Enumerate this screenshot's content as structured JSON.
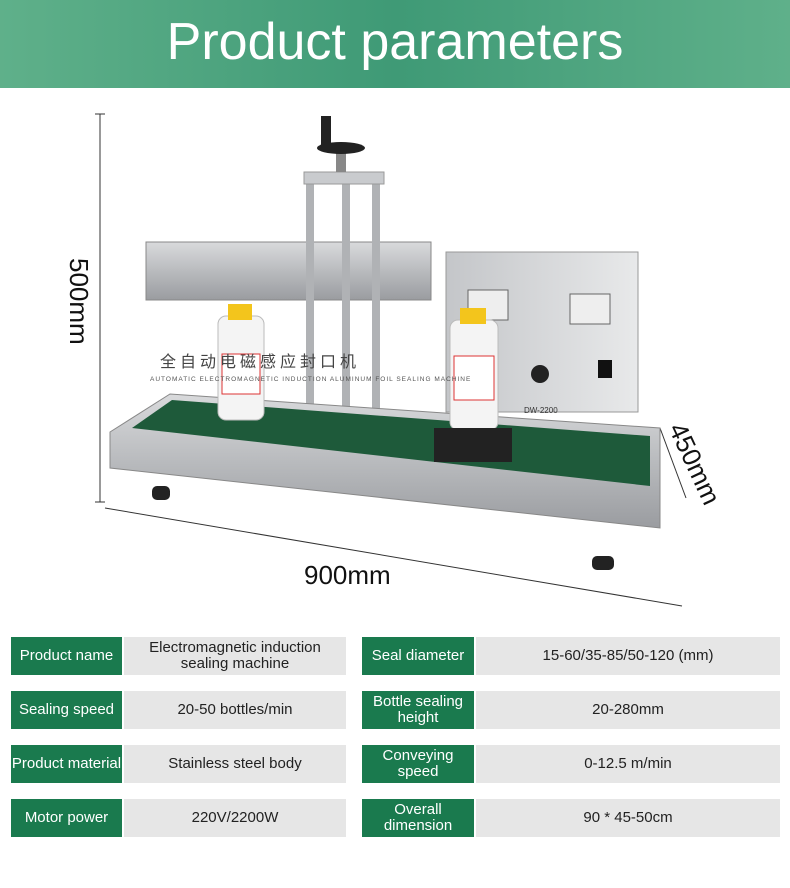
{
  "banner": {
    "title": "Product parameters"
  },
  "product_image": {
    "machine_text_cn": "全自动电磁感应封口机",
    "machine_text_en": "AUTOMATIC ELECTROMAGNETIC INDUCTION ALUMINUM FOIL SEALING MACHINE",
    "model": "DW-2200",
    "dimensions": {
      "height": "500mm",
      "width": "900mm",
      "depth": "450mm"
    }
  },
  "params": [
    {
      "label": "Product name",
      "value": "Electromagnetic induction\nsealing machine",
      "label2": "Seal diameter",
      "value2": "15-60/35-85/50-120 (mm)"
    },
    {
      "label": "Sealing speed",
      "value": "20-50 bottles/min",
      "label2": "Bottle sealing height",
      "value2": "20-280mm"
    },
    {
      "label": "Product material",
      "value": "Stainless steel body",
      "label2": "Conveying speed",
      "value2": "0-12.5 m/min"
    },
    {
      "label": "Motor power",
      "value": "220V/2200W",
      "label2": "Overall dimension",
      "value2": "90 * 45-50cm"
    }
  ],
  "colors": {
    "banner": "#4aa27e",
    "label_bg": "#1a7a4e",
    "value_bg": "#e6e6e6"
  }
}
